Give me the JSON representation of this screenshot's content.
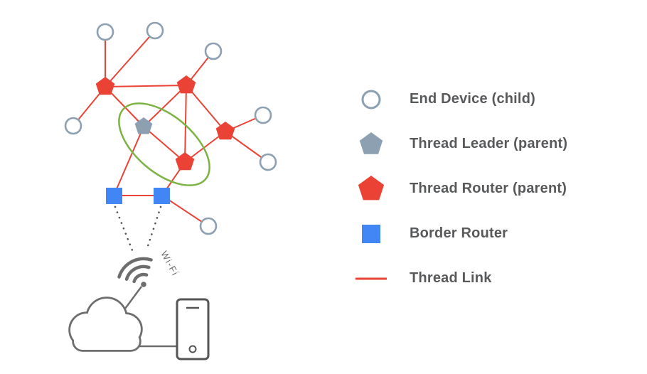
{
  "colors": {
    "thread_red": "#ea4335",
    "border_blue": "#4285f4",
    "node_gray_blue": "#8CA0B2",
    "highlight_green": "#7cb342",
    "device_gray": "#6d6d6d",
    "text_gray": "#58595b"
  },
  "diagram": {
    "wifi_label": "Wi-Fi",
    "icons": [
      "wifi-icon",
      "cloud-icon",
      "smartphone-icon"
    ]
  },
  "legend": {
    "items": [
      {
        "icon": "end-device-icon",
        "label": "End Device (child)"
      },
      {
        "icon": "thread-leader-icon",
        "label": "Thread Leader (parent)"
      },
      {
        "icon": "thread-router-icon",
        "label": "Thread Router (parent)"
      },
      {
        "icon": "border-router-icon",
        "label": "Border Router"
      },
      {
        "icon": "thread-link-icon",
        "label": "Thread Link"
      }
    ]
  }
}
